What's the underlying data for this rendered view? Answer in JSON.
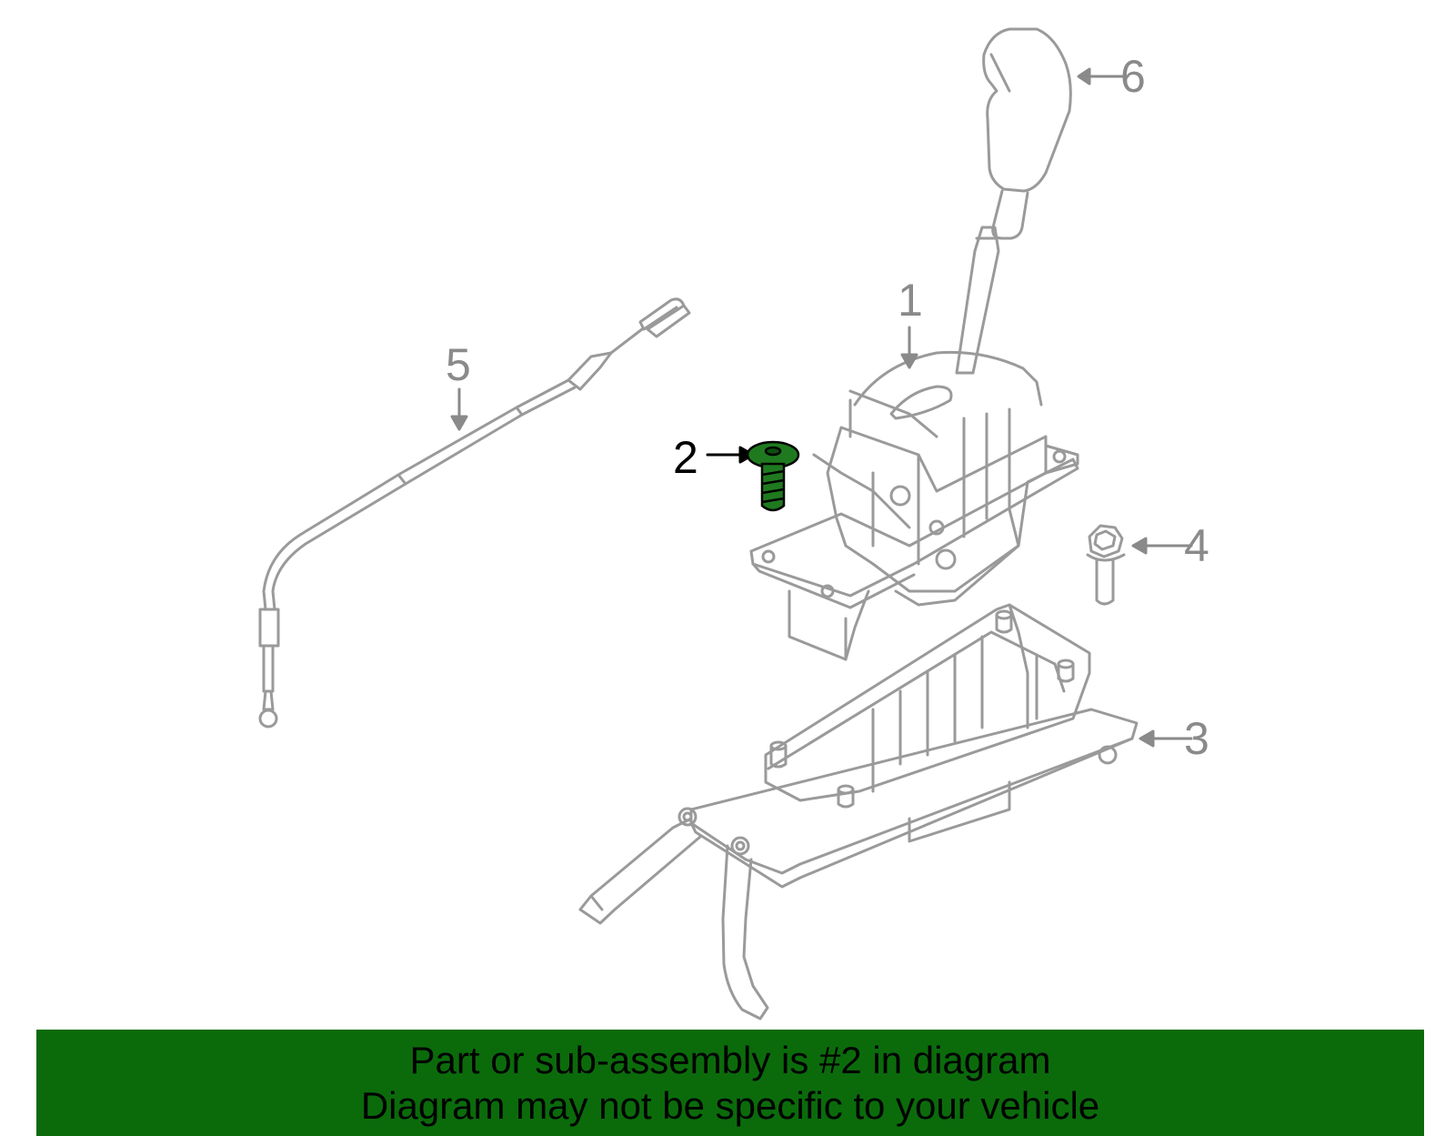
{
  "diagram": {
    "callouts": [
      {
        "id": "1",
        "text": "1"
      },
      {
        "id": "2",
        "text": "2",
        "selected": true
      },
      {
        "id": "3",
        "text": "3"
      },
      {
        "id": "4",
        "text": "4"
      },
      {
        "id": "5",
        "text": "5"
      },
      {
        "id": "6",
        "text": "6"
      }
    ]
  },
  "banner": {
    "line1": "Part or sub-assembly is #2 in diagram",
    "line2": "Diagram may not be specific to your vehicle"
  },
  "colors": {
    "banner_bg": "#0b6b0b",
    "highlight_part": "#1f7a1f",
    "line_art": "#9a9a9a",
    "callout_text": "#8a8a8a",
    "selected_callout_text": "#000000"
  }
}
